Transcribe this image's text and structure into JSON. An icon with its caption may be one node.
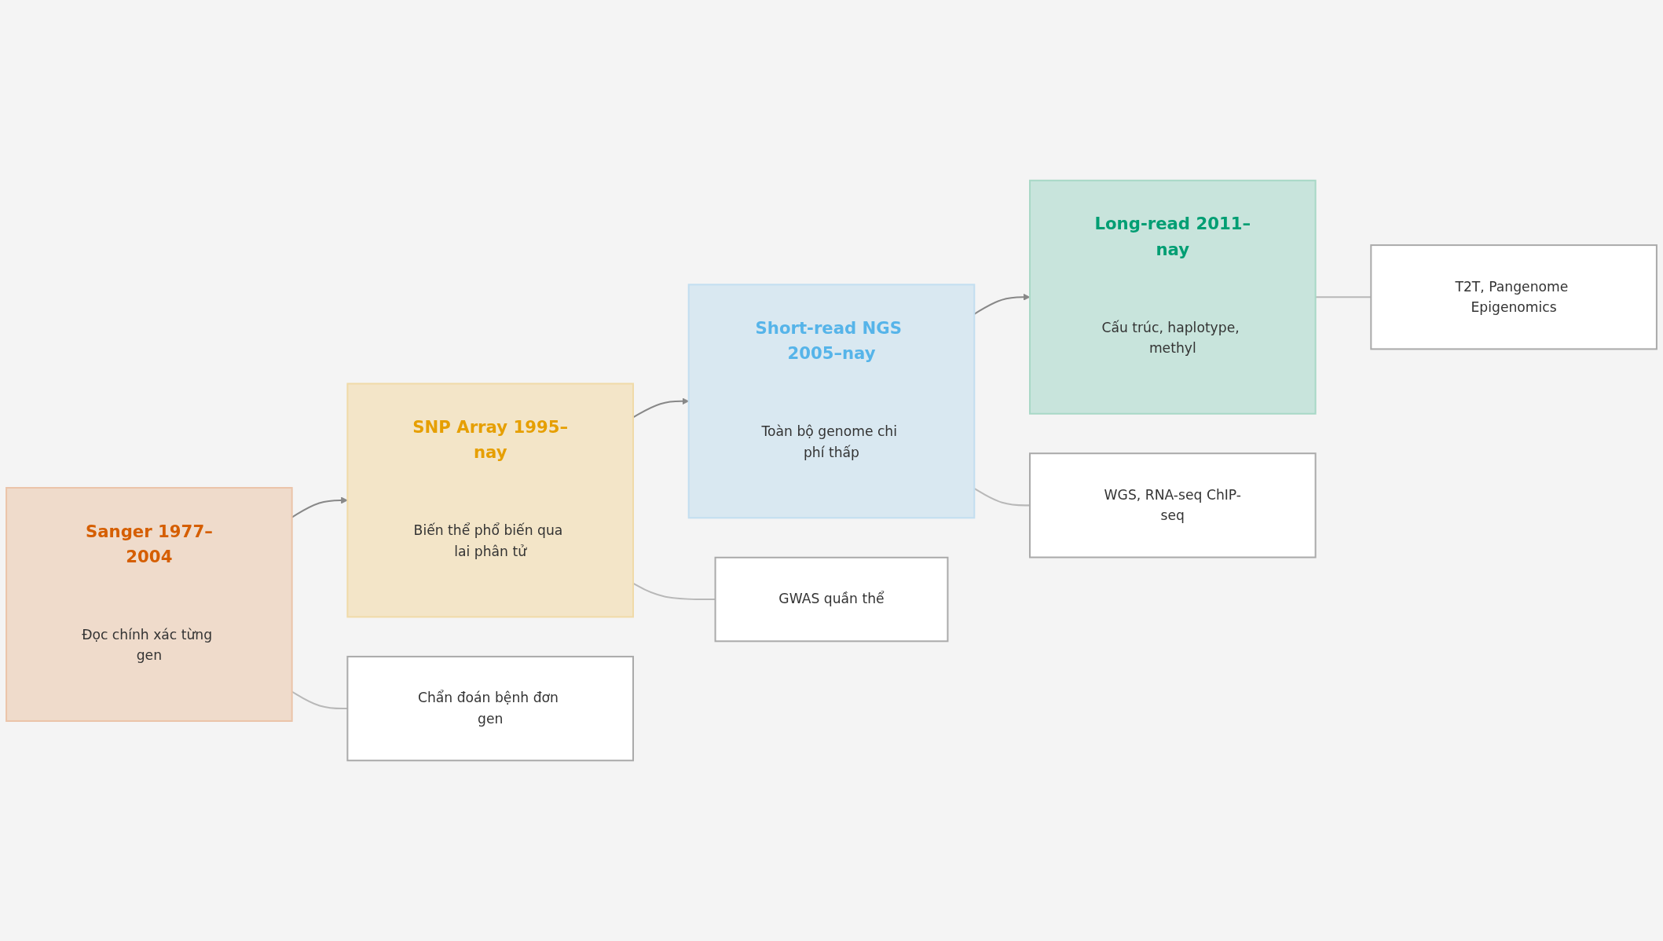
{
  "diagram": {
    "nodes": [
      {
        "text": [
          "Sanger 1977–2004",
          "Đọc chính xác từng gen"
        ]
      },
      {
        "text": [
          "SNP Array 1995–nay",
          "Biến thể phổ biến qua lai phân tử"
        ]
      },
      {
        "text": [
          "Short-read NGS 2005–nay",
          "Toàn bộ genome chi phí thấp"
        ]
      },
      {
        "text": [
          "Long-read 2011–nay",
          "Cấu trúc, haplotype, methyl"
        ]
      },
      {
        "text": [
          "Chẩn đoán bệnh đơn gen"
        ]
      },
      {
        "text": [
          "GWAS quần thể"
        ]
      },
      {
        "text": [
          "WGS, RNA-seq ChIP-seq"
        ]
      },
      {
        "text": [
          "T2T, Pangenome Epigenomics"
        ]
      }
    ],
    "edges": [
      {
        "from": 0,
        "to": 1,
        "arrow": "to",
        "color": "#888888"
      },
      {
        "from": 1,
        "to": 2,
        "arrow": "to",
        "color": "#888888"
      },
      {
        "from": 2,
        "to": 3,
        "arrow": "to",
        "color": "#888888"
      },
      {
        "from": 0,
        "to": 4,
        "arrow": "none"
      },
      {
        "from": 1,
        "to": 5,
        "arrow": "none"
      },
      {
        "from": 2,
        "to": 6,
        "arrow": "none"
      },
      {
        "from": 3,
        "to": 7,
        "arrow": "none"
      }
    ]
  }
}
